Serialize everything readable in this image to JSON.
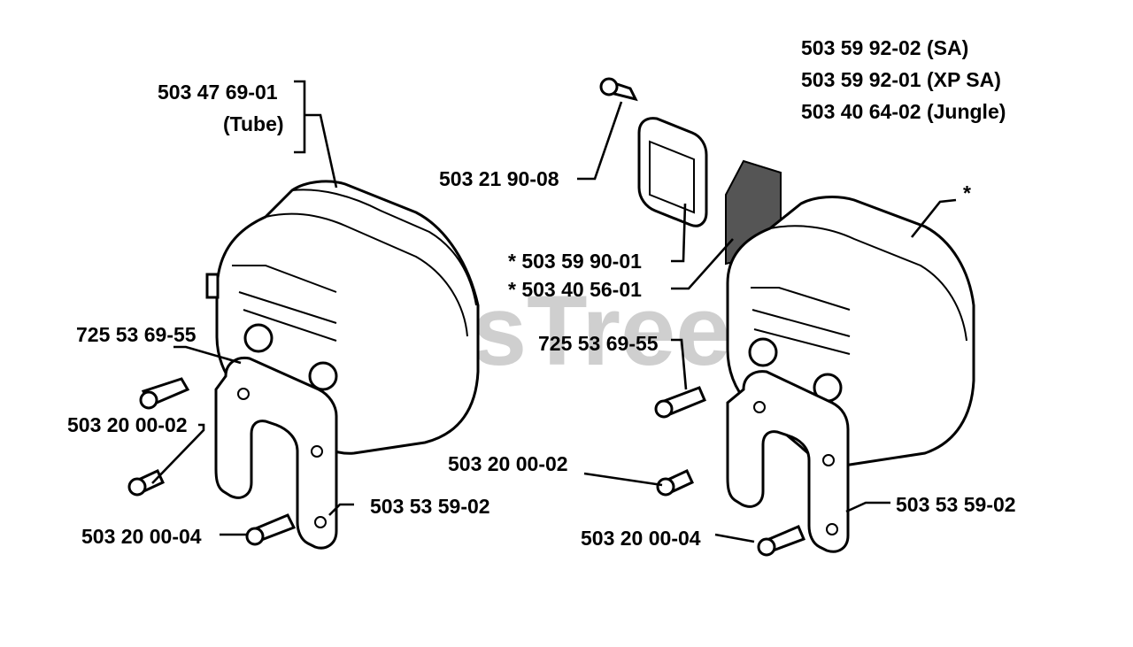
{
  "watermark": {
    "text": "PartsTree",
    "trademark": "TM"
  },
  "labels": {
    "muffler_group_sa": "503 59 92-02 (SA)",
    "muffler_group_xp": "503 59 92-01 (XP SA)",
    "muffler_group_jungle": "503 40 64-02 (Jungle)",
    "tube_part": "503 47 69-01",
    "tube_note": "(Tube)",
    "screw_top": "503 21 90-08",
    "gasket": "* 503 59 90-01",
    "spark_screen": "* 503 40 56-01",
    "asterisk_marker": "*",
    "bolt_left": "725 53 69-55",
    "bolt_right": "725 53 69-55",
    "screw_left": "503 20 00-02",
    "screw_right": "503 20 00-02",
    "bracket_left": "503 53 59-02",
    "bracket_right": "503 53 59-02",
    "screw_bottom_left": "503 20 00-04",
    "screw_bottom_right": "503 20 00-04"
  }
}
